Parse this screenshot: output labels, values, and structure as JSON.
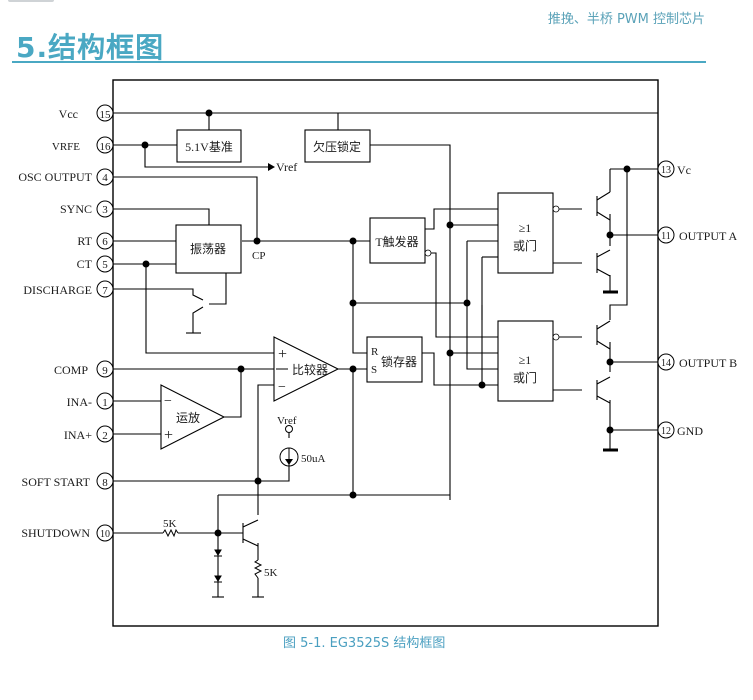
{
  "header": {
    "subtitle": "推挽、半桥 PWM 控制芯片",
    "section_title": "5.结构框图"
  },
  "colors": {
    "accent": "#4aa8c3",
    "line": "#000000"
  },
  "pins_left": [
    {
      "label": "Vcc",
      "number": "15"
    },
    {
      "label": "VRFE",
      "number": "16"
    },
    {
      "label": "OSC OUTPUT",
      "number": "4"
    },
    {
      "label": "SYNC",
      "number": "3"
    },
    {
      "label": "RT",
      "number": "6"
    },
    {
      "label": "CT",
      "number": "5"
    },
    {
      "label": "DISCHARGE",
      "number": "7"
    },
    {
      "label": "COMP",
      "number": "9"
    },
    {
      "label": "INA-",
      "number": "1"
    },
    {
      "label": "INA+",
      "number": "2"
    },
    {
      "label": "SOFT START",
      "number": "8"
    },
    {
      "label": "SHUTDOWN",
      "number": "10"
    }
  ],
  "pins_right": [
    {
      "label": "Vc",
      "number": "13"
    },
    {
      "label": "OUTPUT A",
      "number": "11"
    },
    {
      "label": "OUTPUT B",
      "number": "14"
    },
    {
      "label": "GND",
      "number": "12"
    }
  ],
  "blocks": {
    "reference": "5.1V基准",
    "uvlo": "欠压锁定",
    "oscillator": "振荡器",
    "t_flipflop": "T触发器",
    "latch": "锁存器",
    "latch_r": "R",
    "latch_s": "S",
    "comparator": "比较器",
    "error_amp": "运放",
    "or_gate_a_top": "≥1",
    "or_gate_a_bottom": "或门",
    "or_gate_b_top": "≥1",
    "or_gate_b_bottom": "或门"
  },
  "labels": {
    "vref_arrow": "Vref",
    "cp": "CP",
    "vref_source": "Vref",
    "current_source": "50uA",
    "resistor_shutdown": "5K",
    "resistor_emitter": "5K",
    "plus": "+",
    "minus": "−"
  },
  "caption": "图 5-1. EG3525S 结构框图"
}
